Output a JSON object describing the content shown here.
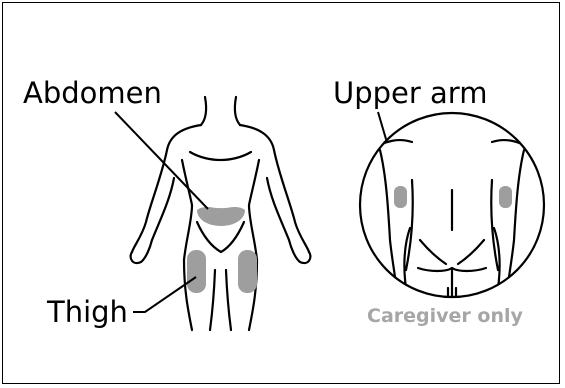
{
  "labels": {
    "abdomen": "Abdomen",
    "upper_arm": "Upper arm",
    "thigh": "Thigh",
    "caregiver_note": "Caregiver only"
  },
  "colors": {
    "outline": "#000000",
    "injection_area": "#9e9e9e",
    "caregiver_text": "#a6a6a6",
    "background": "#ffffff"
  }
}
